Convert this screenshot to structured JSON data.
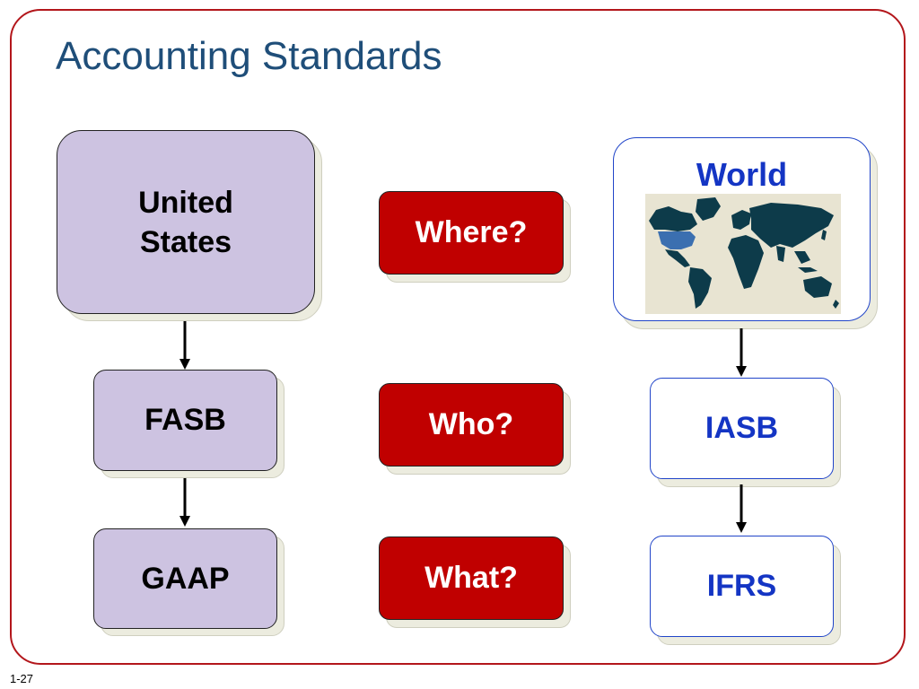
{
  "slide": {
    "title": "Accounting Standards",
    "number": "1-27"
  },
  "left_column": {
    "top_line1": "United",
    "top_line2": "States",
    "middle": "FASB",
    "bottom": "GAAP"
  },
  "center_column": {
    "where": "Where?",
    "who": "Who?",
    "what": "What?"
  },
  "right_column": {
    "top": "World",
    "middle": "IASB",
    "bottom": "IFRS"
  },
  "colors": {
    "frame": "#b3161b",
    "title": "#1f4e79",
    "purple_box": "#cdc3e1",
    "red_box": "#c00000",
    "blue_text": "#1435c4",
    "map_land": "#0d3b4a",
    "map_sea": "#e8e4d2",
    "map_us_highlight": "#3b6fb0"
  },
  "icons": {
    "map": "world-map-icon"
  }
}
